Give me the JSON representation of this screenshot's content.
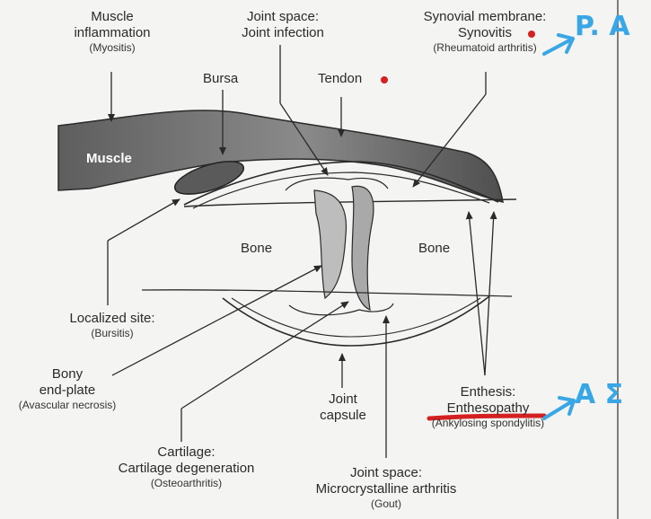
{
  "labels": {
    "muscle_inflammation": {
      "line1": "Muscle",
      "line2": "inflammation",
      "sub": "(Myositis)"
    },
    "joint_space_infection": {
      "line1": "Joint space:",
      "line2": "Joint infection"
    },
    "synovial": {
      "line1": "Synovial membrane:",
      "line2": "Synovitis",
      "sub": "(Rheumatoid arthritis)"
    },
    "bursa": "Bursa",
    "tendon": "Tendon",
    "muscle": "Muscle",
    "bone_left": "Bone",
    "bone_right": "Bone",
    "localized_site": {
      "line1": "Localized site:",
      "sub": "(Bursitis)"
    },
    "bony_end_plate": {
      "line1": "Bony",
      "line2": "end-plate",
      "sub": "(Avascular necrosis)"
    },
    "joint_capsule": {
      "line1": "Joint",
      "line2": "capsule"
    },
    "enthesis": {
      "line1": "Enthesis:",
      "line2": "Enthesopathy",
      "sub": "(Ankylosing spondylitis)"
    },
    "cartilage": {
      "line1": "Cartilage:",
      "line2": "Cartilage degeneration",
      "sub": "(Osteoarthritis)"
    },
    "joint_space_gout": {
      "line1": "Joint space:",
      "line2": "Microcrystalline arthritis",
      "sub": "(Gout)"
    }
  },
  "handwriting": {
    "top_note": "P. A",
    "bottom_note": "A Σ"
  },
  "colors": {
    "ink": "#2a2a2a",
    "annotation_blue": "#39a6e6",
    "marker_red": "#d42020",
    "muscle_fill": "#5a5a5a"
  }
}
